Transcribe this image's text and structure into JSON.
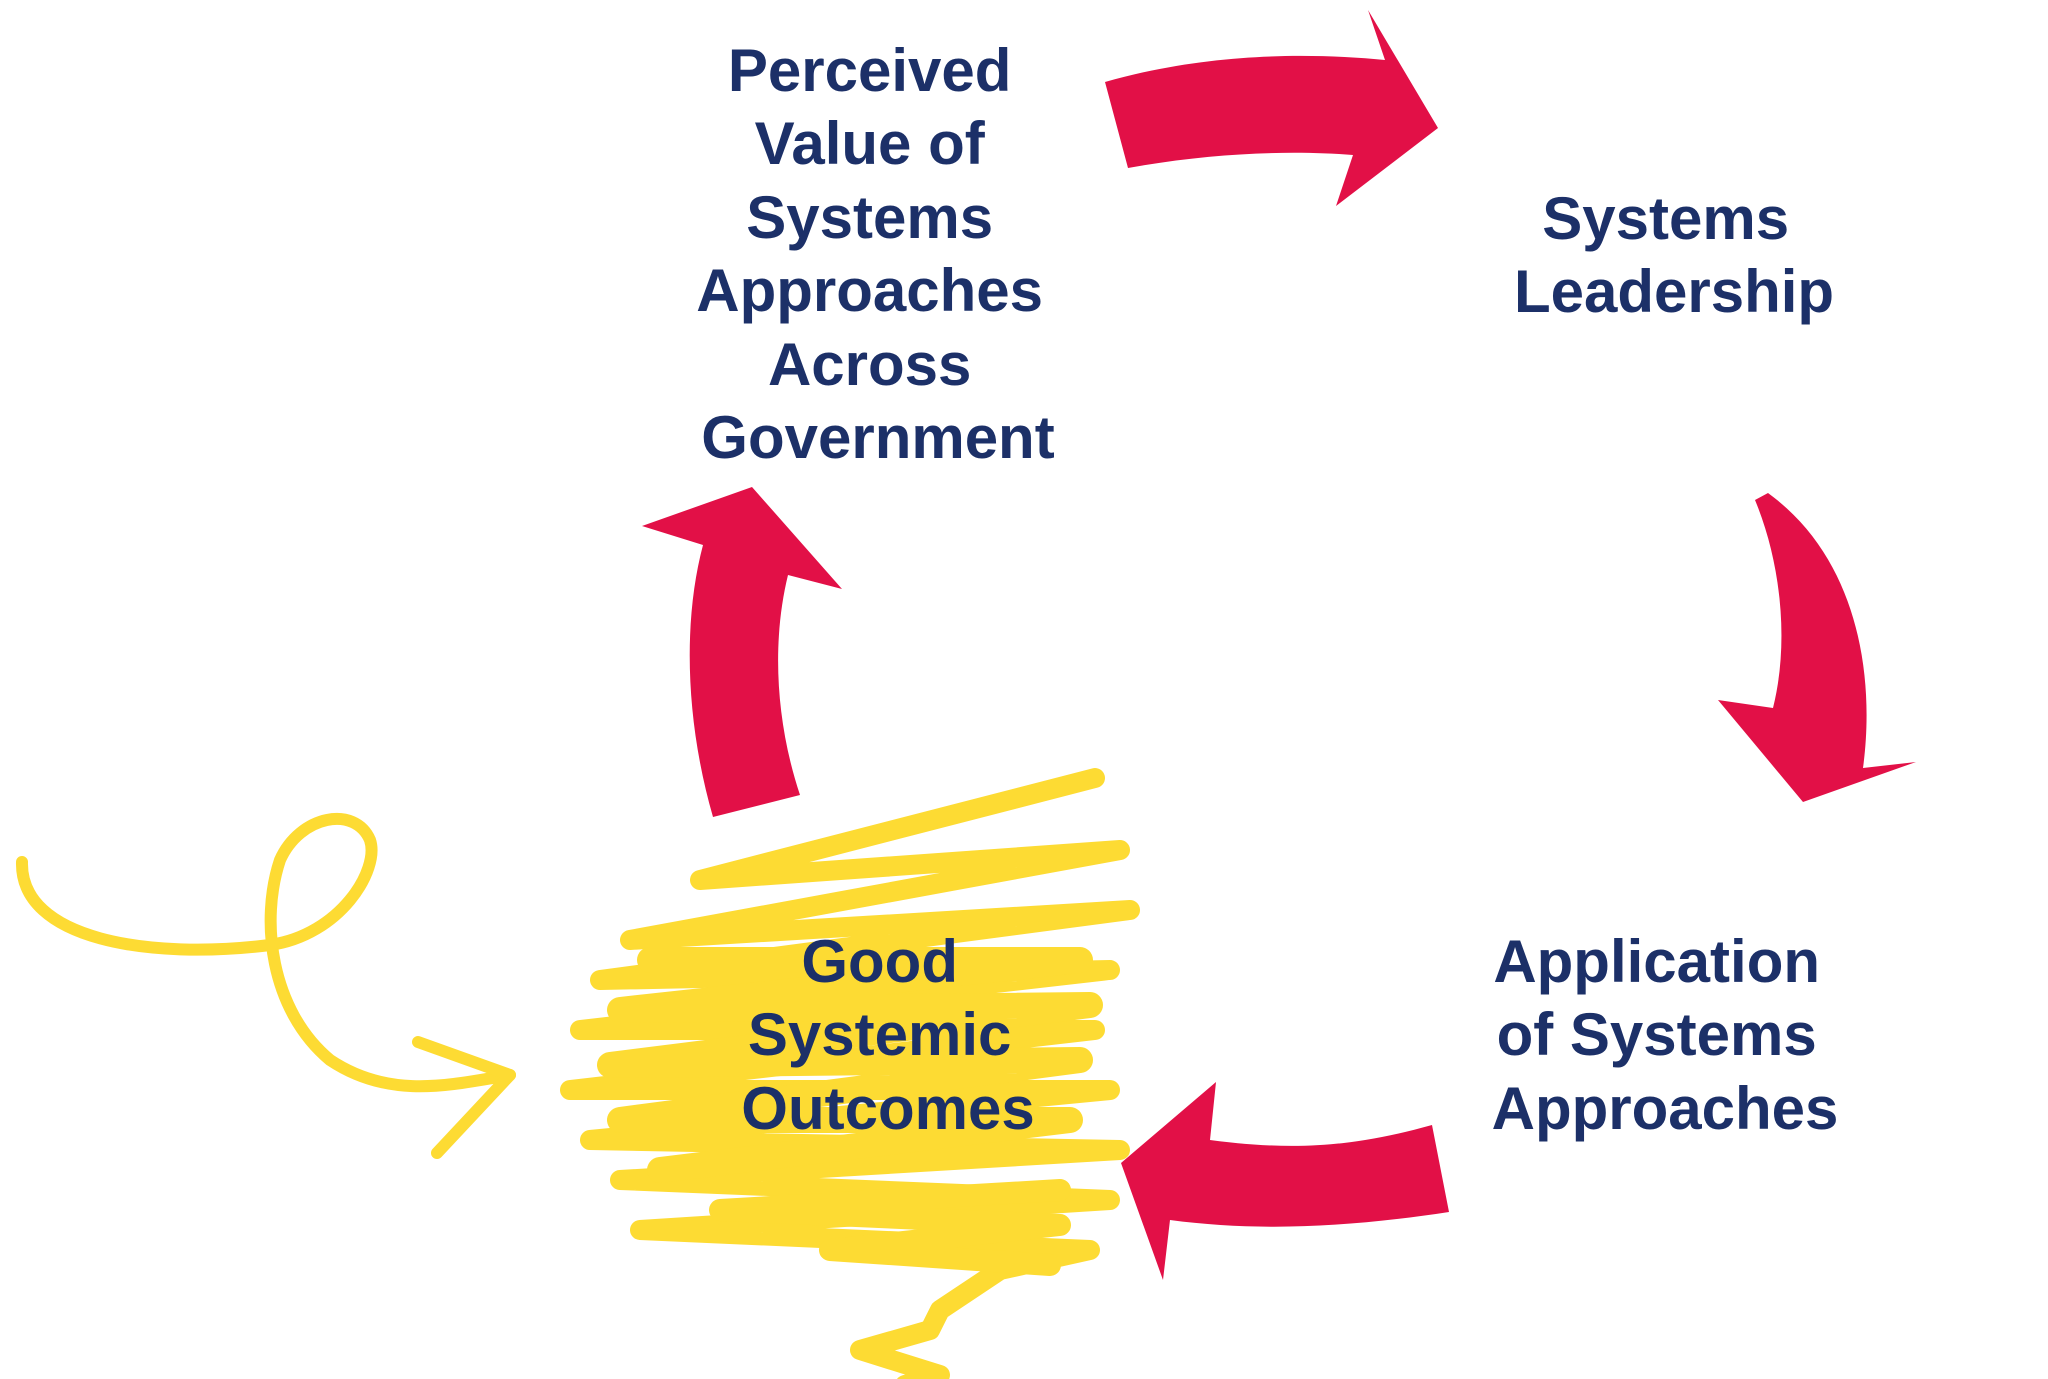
{
  "colors": {
    "text": "#1c3068",
    "arrow": "#e21047",
    "highlight": "#fddb33",
    "background": "#ffffff"
  },
  "nodes": {
    "perceived_value": {
      "lines": [
        "Perceived",
        "Value of",
        "Systems",
        "Approaches",
        "Across",
        "Government"
      ]
    },
    "systems_leadership": {
      "lines": [
        "Systems",
        "Leadership"
      ]
    },
    "application": {
      "lines": [
        "Application",
        "of Systems",
        "Approaches"
      ]
    },
    "good_outcomes": {
      "lines": [
        "Good",
        "Systemic",
        "Outcomes"
      ]
    }
  },
  "icons": {
    "cycle_arrows": "curved-arrow-icon",
    "hand_drawn_pointer": "hand-drawn-arrow-icon",
    "emphasis": "scribble-highlight"
  }
}
